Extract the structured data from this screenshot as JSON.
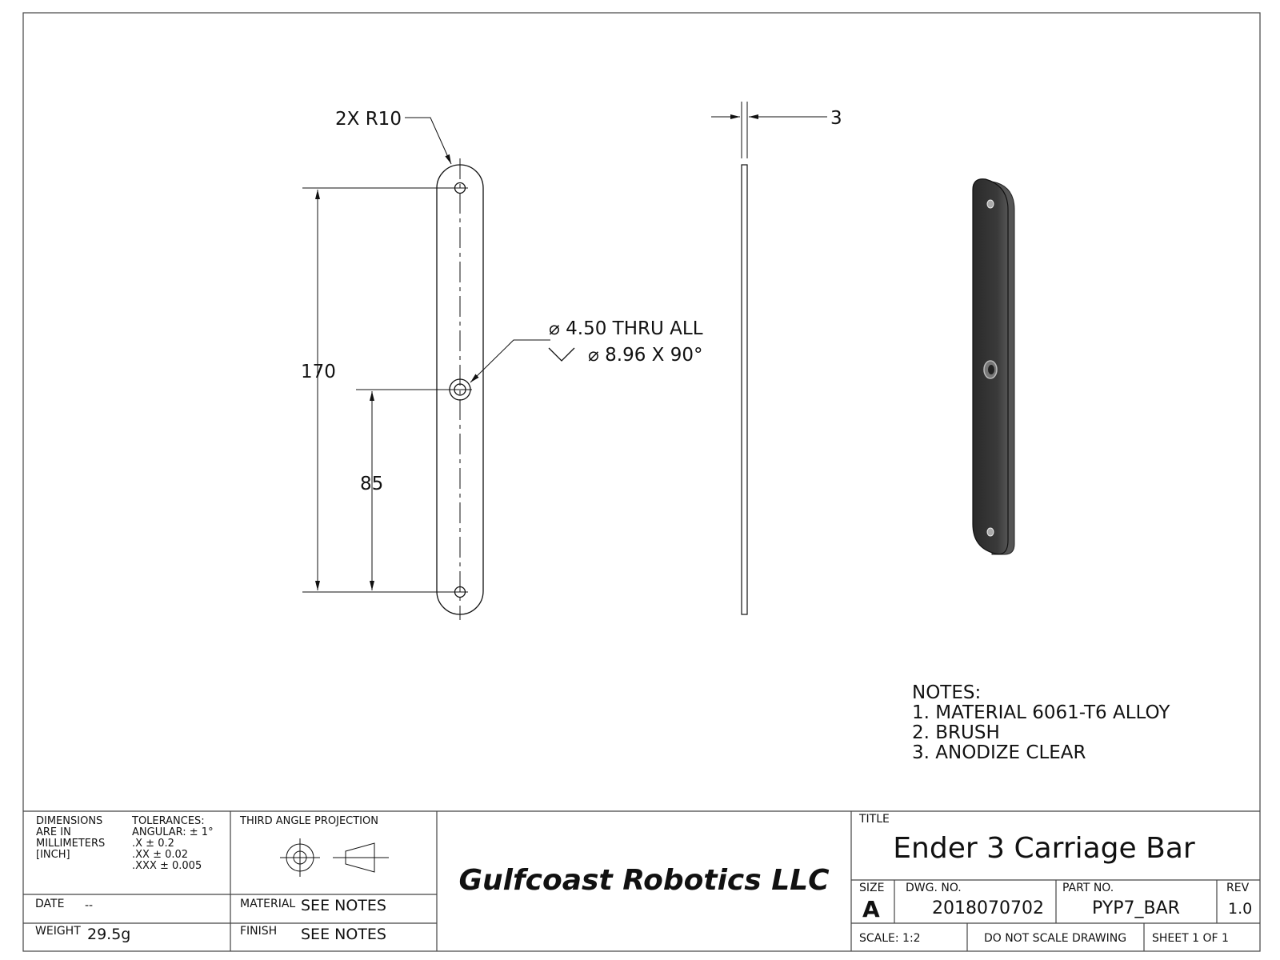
{
  "drawing": {
    "front_view": {
      "radius_callout": "2X R10",
      "dim_overall": "170",
      "dim_half": "85",
      "hole_callout_line1": "⌀ 4.50 THRU ALL",
      "hole_callout_line2": "⌀ 8.96 X 90°"
    },
    "side_view": {
      "thickness": "3"
    },
    "notes": {
      "heading": "NOTES:",
      "items": [
        "1. MATERIAL 6061-T6 ALLOY",
        "2. BRUSH",
        "3. ANODIZE CLEAR"
      ]
    }
  },
  "title_block": {
    "dimensions_label": [
      "DIMENSIONS",
      "ARE IN",
      "MILLIMETERS",
      "[INCH]"
    ],
    "tolerances": [
      "TOLERANCES:",
      "ANGULAR: ± 1°",
      ".X    ± 0.2",
      ".XX   ± 0.02",
      ".XXX  ± 0.005"
    ],
    "projection_label": "THIRD ANGLE PROJECTION",
    "date_label": "DATE",
    "date_value": "--",
    "weight_label": "WEIGHT",
    "weight_value": "29.5g",
    "material_label": "MATERIAL",
    "material_value": "SEE NOTES",
    "finish_label": "FINISH",
    "finish_value": "SEE NOTES",
    "company": "Gulfcoast Robotics LLC",
    "title_label": "TITLE",
    "title_value": "Ender 3 Carriage Bar",
    "size_label": "SIZE",
    "size_value": "A",
    "dwg_label": "DWG.  NO.",
    "dwg_value": "2018070702",
    "part_label": "PART NO.",
    "part_value": "PYP7_BAR",
    "rev_label": "REV",
    "rev_value": "1.0",
    "scale": "SCALE: 1:2",
    "do_not_scale": "DO NOT SCALE DRAWING",
    "sheet": "SHEET 1 OF 1"
  }
}
